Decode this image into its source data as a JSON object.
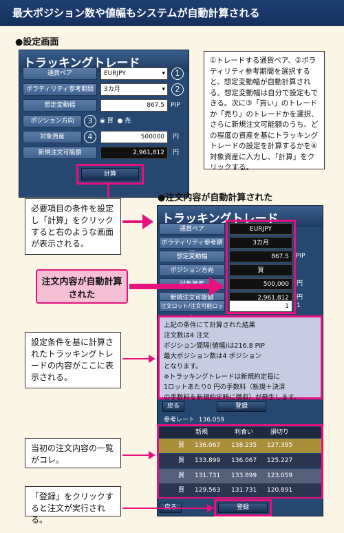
{
  "banner": "最大ポジション数や値幅もシステムが自動計算される",
  "section1": "●設定画面",
  "section2": "●注文内容が自動計算された",
  "app_title": "トラッキングトレード",
  "form": {
    "currency_label": "通貨ペア",
    "currency_value": "EURJPY",
    "vol_label": "ボラティリティ参考期間",
    "vol_value": "3カ月",
    "range_label": "想定変動幅",
    "range_value": "867.5",
    "range_unit": "PIP",
    "dir_label": "ポジション方向",
    "dir_buy": "買",
    "dir_sell": "売",
    "asset_label": "対象資産",
    "asset_value": "500000",
    "asset_unit": "円",
    "avail_label": "新規注文可能額",
    "avail_value": "2,961,812",
    "avail_unit": "円",
    "calc_button": "計算",
    "num1": "1",
    "num2": "2",
    "num3": "3",
    "num4": "4"
  },
  "instruction": "①トレードする通貨ペア、②ボラティリティ参考期間を選択すると、想定変動幅が自動計算される。想定変動幅は自分で設定もできる。次に③「買い」のトレードか「売り」のトレードかを選択、さらに新規注文可能額のうち、どの程度の資産を基にトラッキングトレードの設定を計算するかを④対象資産に入力し、「計算」をクリックする。",
  "callout_calc": "必要項目の条件を設定し「計算」をクリックすると右のような画面が表示される。",
  "callout_auto": "注文内容が自動計算された",
  "callout_result": "設定条件を基に計算されたトラッキングトレードの内容がここに表示される。",
  "callout_first": "当初の注文内容の一覧がコレ。",
  "callout_register": "「登録」をクリックすると注文が実行される。",
  "result_form": {
    "currency_label": "通貨ペア",
    "currency_value": "EURJPY",
    "vol_label": "ボラティリティ参考期間",
    "vol_value": "3カ月",
    "range_label": "想定変動幅",
    "range_value": "867.5",
    "range_unit": "PIP",
    "dir_label": "ポジション方向",
    "dir_value": "買",
    "asset_label": "対象資産",
    "asset_value": "500,000",
    "asset_unit": "円",
    "avail_label": "新規注文可能額",
    "avail_value": "2,961,812",
    "avail_unit": "円",
    "lot_label": "注文ロット/注文可能ロット",
    "lot_value": "1",
    "lot_unit": "1"
  },
  "result_text": [
    "上記の条件にて計算された結果",
    "注文数は4 注文",
    "ポジション間隔(値幅)は216.8 PIP",
    "最大ポジション数は4 ポジション",
    "となります。",
    "※トラッキングトレードは新規約定毎に",
    "1ロットあたり0 円の手数料（新規＋決済",
    "の手数料を新規約定時に徴収）が発生します。"
  ],
  "back_button": "戻る",
  "register_button": "登録",
  "ref_rate_label": "参考レート",
  "ref_rate_value": "136.059",
  "table": {
    "headers": [
      "新規",
      "利食い",
      "損切り"
    ],
    "rows": [
      {
        "side": "買",
        "new": "136.067",
        "tp": "138.235",
        "sl": "127.395"
      },
      {
        "side": "買",
        "new": "133.899",
        "tp": "136.067",
        "sl": "125.227"
      },
      {
        "side": "買",
        "new": "131.731",
        "tp": "133.899",
        "sl": "123.059"
      },
      {
        "side": "買",
        "new": "129.563",
        "tp": "131.731",
        "sl": "120.891"
      }
    ]
  },
  "colors": {
    "accent_pink": "#e5127d",
    "app_navy": "#26476f",
    "banner_navy": "#1f3f73"
  }
}
